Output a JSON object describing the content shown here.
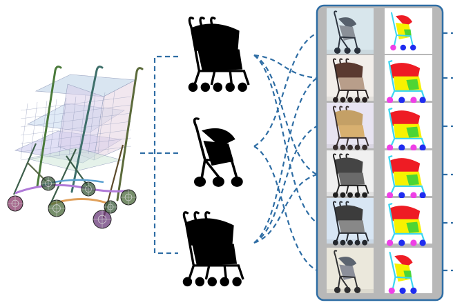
{
  "colors": {
    "connector": "#2e6da4",
    "panel_bg": "#b8b8b8",
    "panel_border": "#2e6da4",
    "silhouette": "#000000",
    "seg_red": "#ee1c24",
    "seg_yellow": "#f7f200",
    "seg_cyan": "#3cd6f0",
    "seg_green": "#3ad23a",
    "seg_magenta": "#ee40e6",
    "seg_blue": "#1f2cf0"
  },
  "silhouettes": [
    {
      "id": "double-top",
      "kind": "double"
    },
    {
      "id": "single-middle",
      "kind": "single"
    },
    {
      "id": "double-bottom",
      "kind": "double"
    }
  ],
  "photos": [
    {
      "bg": "#d8e6ec",
      "frame": "#2d3540",
      "canopy": "#56606c",
      "seat": "#8a9098",
      "variant": "single"
    },
    {
      "bg": "#f2eeea",
      "frame": "#2a2222",
      "canopy": "#5a3a30",
      "seat": "#b89e8a",
      "variant": "double"
    },
    {
      "bg": "#e8e4f2",
      "frame": "#3a3030",
      "canopy": "#c4a066",
      "seat": "#d8b070",
      "variant": "double"
    },
    {
      "bg": "#f0f0f0",
      "frame": "#202020",
      "canopy": "#444444",
      "seat": "#6a6a6a",
      "variant": "double"
    },
    {
      "bg": "#d8e6f4",
      "frame": "#262a30",
      "canopy": "#3c3c3c",
      "seat": "#888888",
      "variant": "double"
    },
    {
      "bg": "#ebe8dc",
      "frame": "#303032",
      "canopy": "#5c6470",
      "seat": "#8c8f9a",
      "variant": "single"
    }
  ],
  "segmentations": [
    {
      "variant": "single"
    },
    {
      "variant": "double"
    },
    {
      "variant": "double"
    },
    {
      "variant": "double"
    },
    {
      "variant": "double"
    },
    {
      "variant": "single"
    }
  ]
}
